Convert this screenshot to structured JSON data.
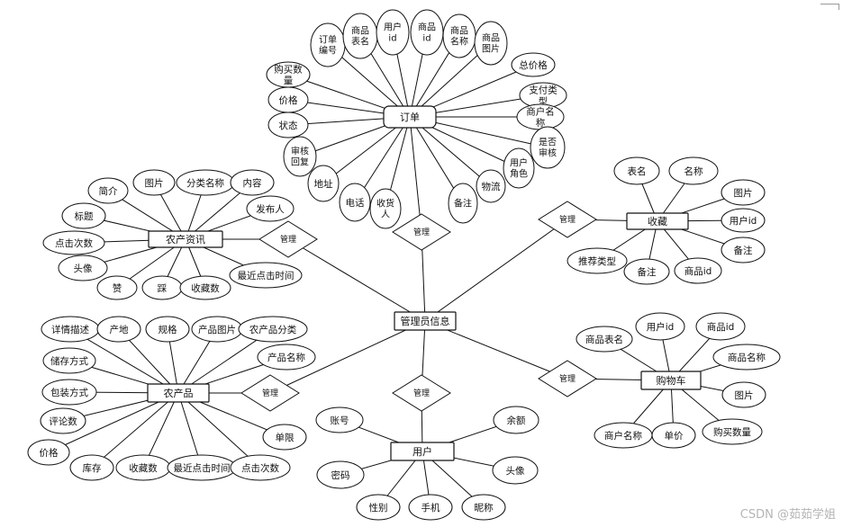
{
  "watermark": "CSDN @茹茹学姐",
  "entities": [
    {
      "id": "order",
      "label": "订单"
    },
    {
      "id": "agri_info",
      "label": "农产资讯"
    },
    {
      "id": "favorite",
      "label": "收藏"
    },
    {
      "id": "admin",
      "label": "管理员信息"
    },
    {
      "id": "product",
      "label": "农产品"
    },
    {
      "id": "cart",
      "label": "购物车"
    },
    {
      "id": "user",
      "label": "用户"
    }
  ],
  "relationships": [
    {
      "id": "r_order",
      "label": "管理",
      "from": "admin",
      "to": "order"
    },
    {
      "id": "r_info",
      "label": "管理",
      "from": "admin",
      "to": "agri_info"
    },
    {
      "id": "r_fav",
      "label": "管理",
      "from": "admin",
      "to": "favorite"
    },
    {
      "id": "r_product",
      "label": "管理",
      "from": "admin",
      "to": "product"
    },
    {
      "id": "r_cart",
      "label": "管理",
      "from": "admin",
      "to": "cart"
    },
    {
      "id": "r_user",
      "label": "管理",
      "from": "admin",
      "to": "user"
    }
  ],
  "attributes": {
    "order": [
      "订单编号",
      "商品表名",
      "用户id",
      "商品id",
      "商品名称",
      "商品图片",
      "总价格",
      "支付类型",
      "商户名称",
      "是否审核",
      "用户角色",
      "物流",
      "备注",
      "收货人",
      "电话",
      "地址",
      "审核回复",
      "状态",
      "价格",
      "购买数量"
    ],
    "agri_info": [
      "简介",
      "图片",
      "分类名称",
      "内容",
      "发布人",
      "标题",
      "点击次数",
      "头像",
      "赞",
      "踩",
      "收藏数",
      "最近点击时间"
    ],
    "favorite": [
      "表名",
      "名称",
      "图片",
      "用户id",
      "备注",
      "推荐类型",
      "备注",
      "商品id"
    ],
    "product": [
      "详情描述",
      "产地",
      "规格",
      "产品图片",
      "农产品分类",
      "产品名称",
      "储存方式",
      "包装方式",
      "评论数",
      "价格",
      "库存",
      "收藏数",
      "最近点击时间",
      "点击次数",
      "单限"
    ],
    "cart": [
      "商品表名",
      "用户id",
      "商品id",
      "商品名称",
      "图片",
      "商户名称",
      "单价",
      "购买数量"
    ],
    "user": [
      "账号",
      "密码",
      "性别",
      "手机",
      "昵称",
      "余额",
      "头像"
    ]
  }
}
